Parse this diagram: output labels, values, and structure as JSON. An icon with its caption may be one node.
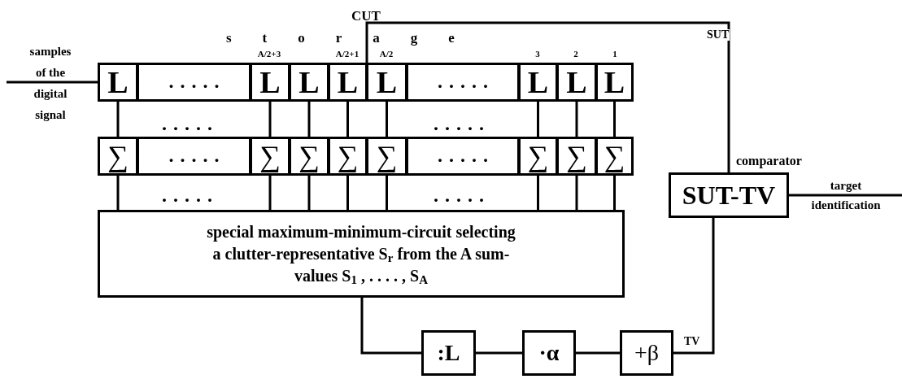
{
  "diagram": {
    "nodes": [
      {
        "text": [
          "L"
        ]
      },
      {
        "text": [
          "....."
        ]
      },
      {
        "text": [
          "L"
        ]
      },
      {
        "text": [
          "L"
        ]
      },
      {
        "text": [
          "L"
        ]
      },
      {
        "text": [
          "L"
        ]
      },
      {
        "text": [
          "....."
        ]
      },
      {
        "text": [
          "L"
        ]
      },
      {
        "text": [
          "L"
        ]
      },
      {
        "text": [
          "L"
        ]
      },
      {
        "text": [
          "∑"
        ]
      },
      {
        "text": [
          "....."
        ]
      },
      {
        "text": [
          "∑"
        ]
      },
      {
        "text": [
          "∑"
        ]
      },
      {
        "text": [
          "∑"
        ]
      },
      {
        "text": [
          "∑"
        ]
      },
      {
        "text": [
          "....."
        ]
      },
      {
        "text": [
          "∑"
        ]
      },
      {
        "text": [
          "∑"
        ]
      },
      {
        "text": [
          "∑"
        ]
      },
      {
        "text": [
          "special maximum-minimum-circuit selecting a clutter-representative S$_{r}$ from the A sum-values S$_{1}$ , .  . . . , S$_{A}$"
        ]
      },
      {
        "text": [
          ":L"
        ]
      },
      {
        "text": [
          "·α"
        ]
      },
      {
        "text": [
          "+β"
        ]
      },
      {
        "text": [
          "SUT-TV"
        ]
      }
    ],
    "edges": [
      {
        "from": 0,
        "to": 10,
        "arrow": "none"
      },
      {
        "from": 2,
        "to": 12,
        "arrow": "none"
      },
      {
        "from": 3,
        "to": 13,
        "arrow": "none"
      },
      {
        "from": 4,
        "to": 14,
        "arrow": "none"
      },
      {
        "from": 5,
        "to": 15,
        "arrow": "none"
      },
      {
        "from": 7,
        "to": 17,
        "arrow": "none"
      },
      {
        "from": 8,
        "to": 18,
        "arrow": "none"
      },
      {
        "from": 9,
        "to": 19,
        "arrow": "none"
      },
      {
        "from": 10,
        "to": 20,
        "arrow": "none"
      },
      {
        "from": 12,
        "to": 20,
        "arrow": "none"
      },
      {
        "from": 13,
        "to": 20,
        "arrow": "none"
      },
      {
        "from": 14,
        "to": 20,
        "arrow": "none"
      },
      {
        "from": 15,
        "to": 20,
        "arrow": "none"
      },
      {
        "from": 17,
        "to": 20,
        "arrow": "none"
      },
      {
        "from": 18,
        "to": 20,
        "arrow": "none"
      },
      {
        "from": 19,
        "to": 20,
        "arrow": "none"
      },
      {
        "from": 20,
        "to": 21,
        "arrow": "none"
      },
      {
        "from": 21,
        "to": 22,
        "arrow": "none"
      },
      {
        "from": 22,
        "to": 23,
        "arrow": "none"
      },
      {
        "from": 23,
        "to": 24,
        "arrow": "none",
        "label": "TV"
      },
      {
        "from": 5,
        "to": 24,
        "arrow": "none",
        "label": "SUT"
      },
      {
        "from": 24,
        "to": null,
        "arrow": "none"
      },
      {
        "from": null,
        "to": 0,
        "arrow": "none"
      }
    ],
    "labels": [
      "CUT",
      "storage",
      "samples of the digital signal",
      "A/2+3",
      "A/2+1",
      "A/2",
      "3",
      "2",
      "1",
      ".....",
      ".....",
      "comparator",
      "target",
      "identification",
      ".....",
      "....."
    ]
  }
}
